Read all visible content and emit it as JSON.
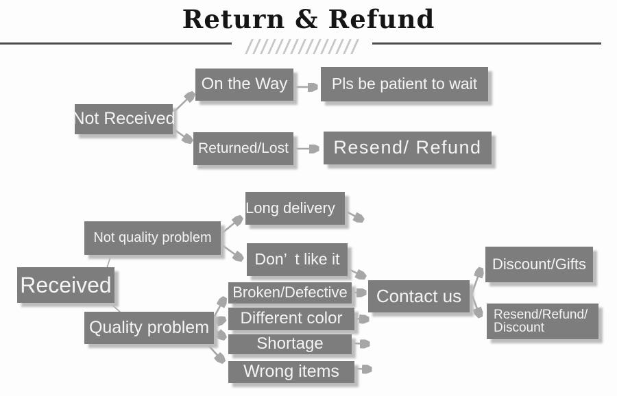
{
  "title": "Return & Refund",
  "decor": {
    "slash_count": 15
  },
  "colors": {
    "box": "#7d7d7d",
    "box_text": "#f4f4f4",
    "arrow": "#a6a6a6",
    "shadow": "#bcbcbc",
    "rule": "#4d4d4d",
    "slash": "#c6c6c6",
    "title": "#151515",
    "background": "#fdfdfd"
  },
  "nodes": {
    "not_received": {
      "label": "Not Received"
    },
    "on_the_way": {
      "label": "On the Way"
    },
    "pls_be_patient": {
      "label": "Pls be patient to wait"
    },
    "returned_lost": {
      "label": "Returned/Lost"
    },
    "resend_refund": {
      "label": "Resend/ Refund"
    },
    "received": {
      "label": "Received"
    },
    "not_quality_problem": {
      "label": "Not quality problem"
    },
    "long_delivery": {
      "label": "Long delivery"
    },
    "dont_like_it": {
      "label": "Don’ t like it"
    },
    "quality_problem": {
      "label": "Quality problem"
    },
    "broken_defective": {
      "label": "Broken/Defective"
    },
    "different_color": {
      "label": "Different color"
    },
    "shortage": {
      "label": "Shortage"
    },
    "wrong_items": {
      "label": "Wrong items"
    },
    "contact_us": {
      "label": "Contact us"
    },
    "discount_gifts": {
      "label": "Discount/Gifts"
    },
    "resend_refund_discount": {
      "line1": "Resend/Refund/",
      "line2": "Discount"
    }
  },
  "edges": [
    {
      "from": "not_received",
      "to": "on_the_way",
      "style": "arrow"
    },
    {
      "from": "not_received",
      "to": "returned_lost",
      "style": "arrow"
    },
    {
      "from": "on_the_way",
      "to": "pls_be_patient",
      "style": "arrow"
    },
    {
      "from": "returned_lost",
      "to": "resend_refund",
      "style": "arrow"
    },
    {
      "from": "received",
      "to": "not_quality_problem",
      "style": "line"
    },
    {
      "from": "received",
      "to": "quality_problem",
      "style": "line"
    },
    {
      "from": "not_quality_problem",
      "to": "long_delivery",
      "style": "arrow"
    },
    {
      "from": "not_quality_problem",
      "to": "dont_like_it",
      "style": "arrow"
    },
    {
      "from": "long_delivery",
      "to": null,
      "style": "arrow"
    },
    {
      "from": "dont_like_it",
      "to": "contact_us",
      "style": "arrow"
    },
    {
      "from": "quality_problem",
      "to": "broken_defective",
      "style": "arrow"
    },
    {
      "from": "quality_problem",
      "to": "different_color",
      "style": "arrow"
    },
    {
      "from": "quality_problem",
      "to": "shortage",
      "style": "arrow"
    },
    {
      "from": "quality_problem",
      "to": "wrong_items",
      "style": "arrow"
    },
    {
      "from": "broken_defective",
      "to": "contact_us",
      "style": "arrow"
    },
    {
      "from": "different_color",
      "to": "contact_us",
      "style": "arrow"
    },
    {
      "from": "shortage",
      "to": null,
      "style": "arrow"
    },
    {
      "from": "wrong_items",
      "to": null,
      "style": "arrow"
    },
    {
      "from": "contact_us",
      "to": "discount_gifts",
      "style": "arrow"
    },
    {
      "from": "contact_us",
      "to": "resend_refund_discount",
      "style": "arrow"
    }
  ]
}
